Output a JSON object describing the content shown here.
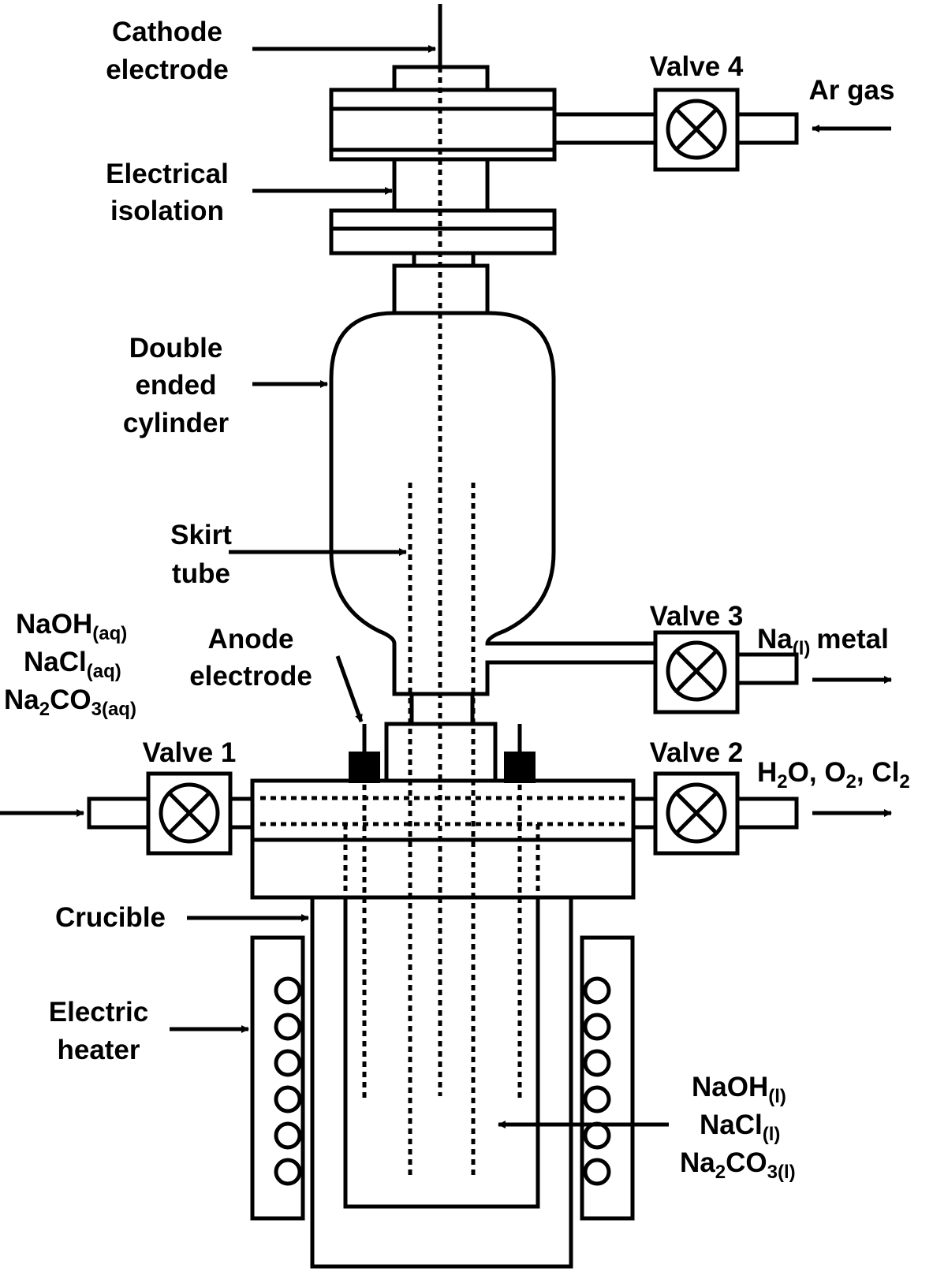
{
  "labels": {
    "cathode_l1": "Cathode",
    "cathode_l2": "electrode",
    "valve4": "Valve 4",
    "ar_gas": "Ar gas",
    "elec_iso_l1": "Electrical",
    "elec_iso_l2": "isolation",
    "dec_l1": "Double",
    "dec_l2": "ended",
    "dec_l3": "cylinder",
    "skirt_l1": "Skirt",
    "skirt_l2": "tube",
    "aq_naoh": "NaOH",
    "aq_naoh_sub": "(aq)",
    "aq_nacl": "NaCl",
    "aq_nacl_sub": "(aq)",
    "aq_na2": "Na",
    "aq_na2_sub2": "2",
    "aq_co3": "CO",
    "aq_co3_sub": "3(aq)",
    "anode_l1": "Anode",
    "anode_l2": "electrode",
    "valve3": "Valve 3",
    "na_metal_na": "Na",
    "na_metal_sub": "(l)",
    "na_metal_rest": "metal",
    "valve1": "Valve 1",
    "valve2": "Valve 2",
    "gas_h2o_h": "H",
    "gas_h2o_sub": "2",
    "gas_h2o_rest": "O, O",
    "gas_o2_sub": "2",
    "gas_cl": ", Cl",
    "gas_cl_sub": "2",
    "crucible": "Crucible",
    "heater_l1": "Electric",
    "heater_l2": "heater",
    "l_naoh": "NaOH",
    "l_naoh_sub": "(l)",
    "l_nacl": "NaCl",
    "l_nacl_sub": "(l)",
    "l_na2": "Na",
    "l_na2_sub": "2",
    "l_co3": "CO",
    "l_co3_sub": "3(l)"
  },
  "icons": {
    "valve": "valve-cross-circle-icon",
    "heater_coil": "heater-coil-circle-icon"
  },
  "colors": {
    "stroke": "#000000",
    "background": "#ffffff"
  }
}
